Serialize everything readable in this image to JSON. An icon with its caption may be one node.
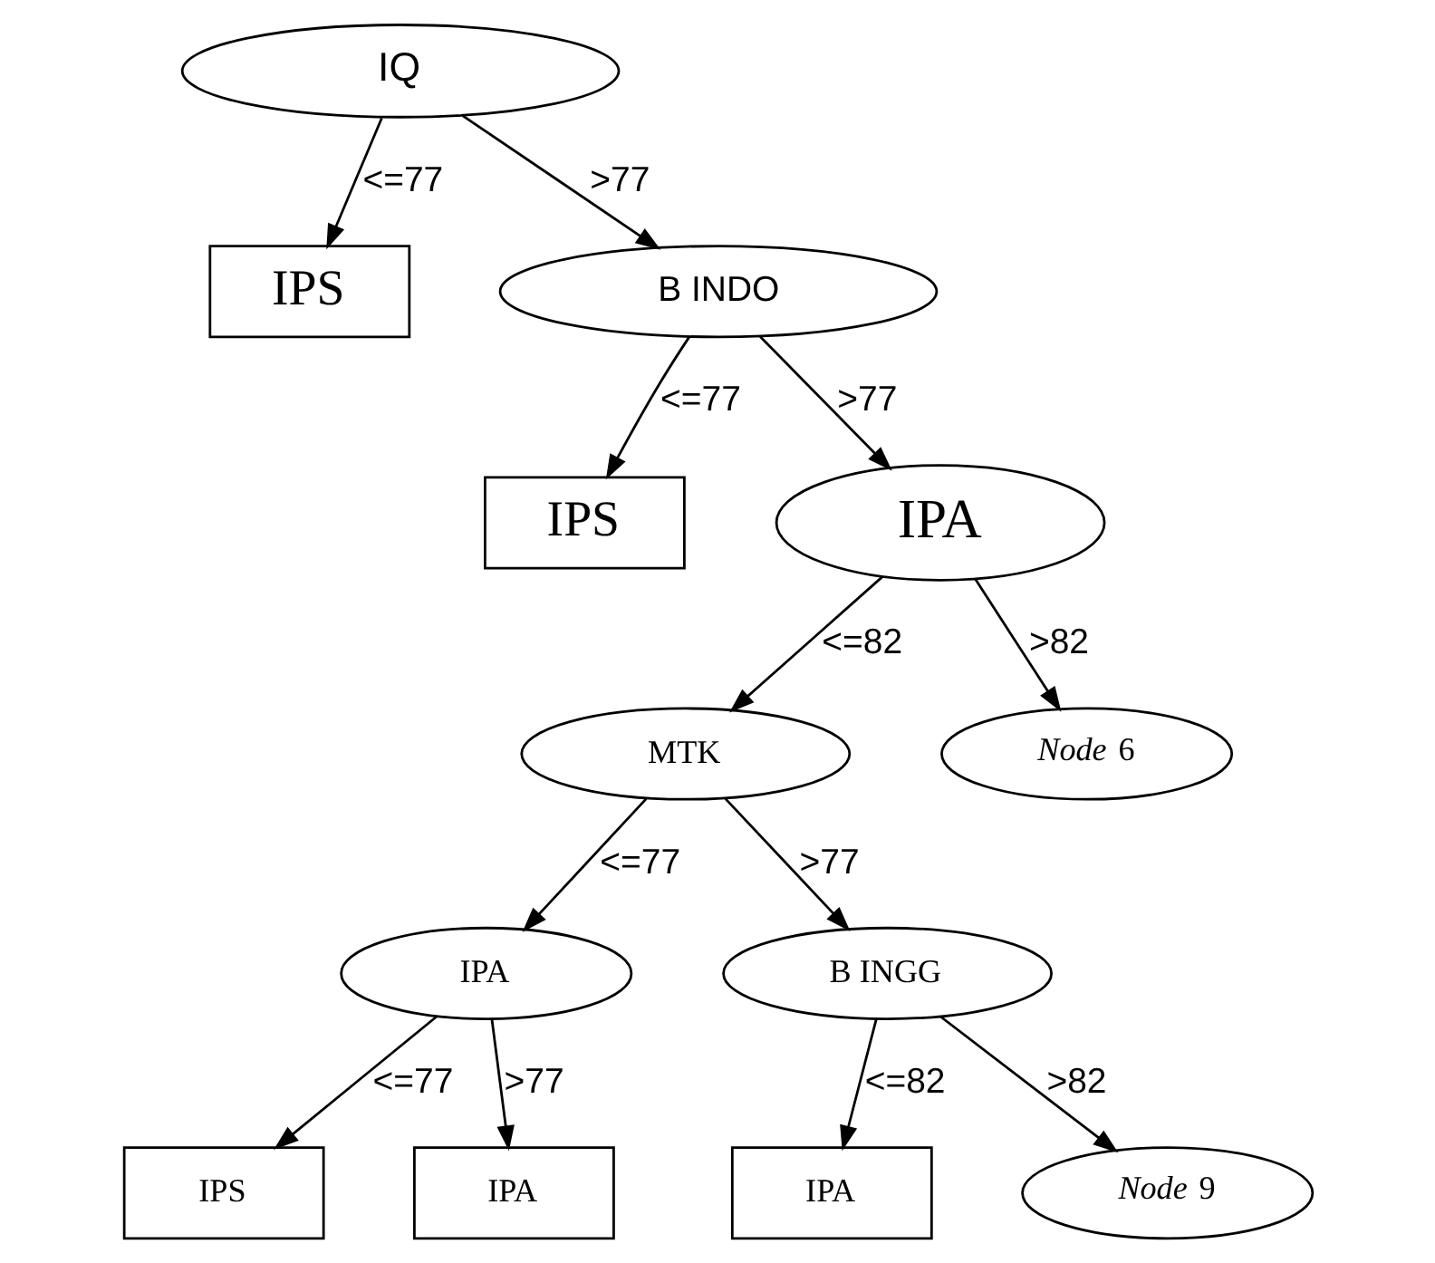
{
  "diagram": {
    "nodes": [
      {
        "text": [
          "IQ"
        ]
      },
      {
        "text": [
          "IPS"
        ]
      },
      {
        "text": [
          "B INDO"
        ]
      },
      {
        "text": [
          "IPS"
        ]
      },
      {
        "text": [
          "IPA"
        ]
      },
      {
        "text": [
          "MTK"
        ]
      },
      {
        "text": [
          "*Node* 6"
        ]
      },
      {
        "text": [
          "IPA"
        ]
      },
      {
        "text": [
          "B INGG"
        ]
      },
      {
        "text": [
          "IPS"
        ]
      },
      {
        "text": [
          "IPA"
        ]
      },
      {
        "text": [
          "IPA"
        ]
      },
      {
        "text": [
          "*Node* 9"
        ]
      }
    ],
    "edges": [
      {
        "from": 0,
        "to": 1,
        "arrow": "to",
        "label": "<=77"
      },
      {
        "from": 0,
        "to": 2,
        "arrow": "to",
        "label": ">77"
      },
      {
        "from": 2,
        "to": 3,
        "arrow": "to",
        "label": "<=77"
      },
      {
        "from": 2,
        "to": 4,
        "arrow": "to",
        "label": ">77"
      },
      {
        "from": 4,
        "to": 5,
        "arrow": "to",
        "label": "<=82"
      },
      {
        "from": 4,
        "to": 6,
        "arrow": "to",
        "label": ">82"
      },
      {
        "from": 5,
        "to": 7,
        "arrow": "to",
        "label": "<=77"
      },
      {
        "from": 5,
        "to": 8,
        "arrow": "to",
        "label": ">77"
      },
      {
        "from": 7,
        "to": 9,
        "arrow": "to",
        "label": "<=77"
      },
      {
        "from": 7,
        "to": 10,
        "arrow": "to",
        "label": ">77"
      },
      {
        "from": 8,
        "to": 11,
        "arrow": "to",
        "label": "<=82"
      },
      {
        "from": 8,
        "to": 12,
        "arrow": "to",
        "label": ">82"
      }
    ]
  }
}
